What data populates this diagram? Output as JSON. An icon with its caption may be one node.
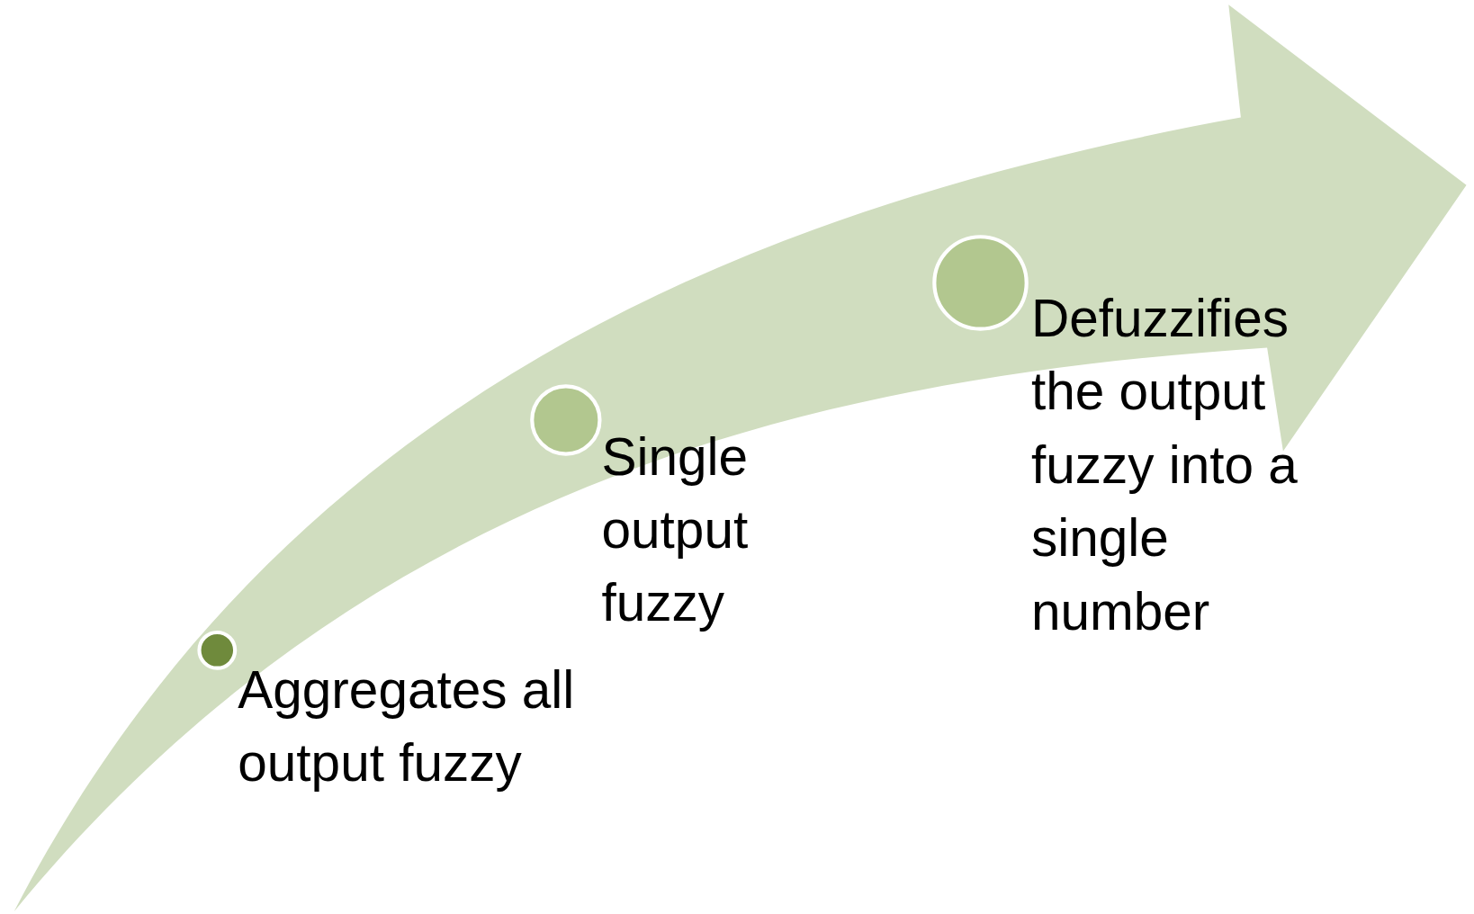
{
  "diagram": {
    "nodes": [
      {
        "text": [],
        "shape": "circle",
        "beside": [
          "Aggregates all output fuzzy"
        ]
      },
      {
        "text": [],
        "shape": "circle",
        "beside": [
          "Single output fuzzy"
        ]
      },
      {
        "text": [],
        "shape": "circle",
        "beside": [
          "Defuzzifies the output fuzzy into a single number"
        ]
      }
    ]
  }
}
